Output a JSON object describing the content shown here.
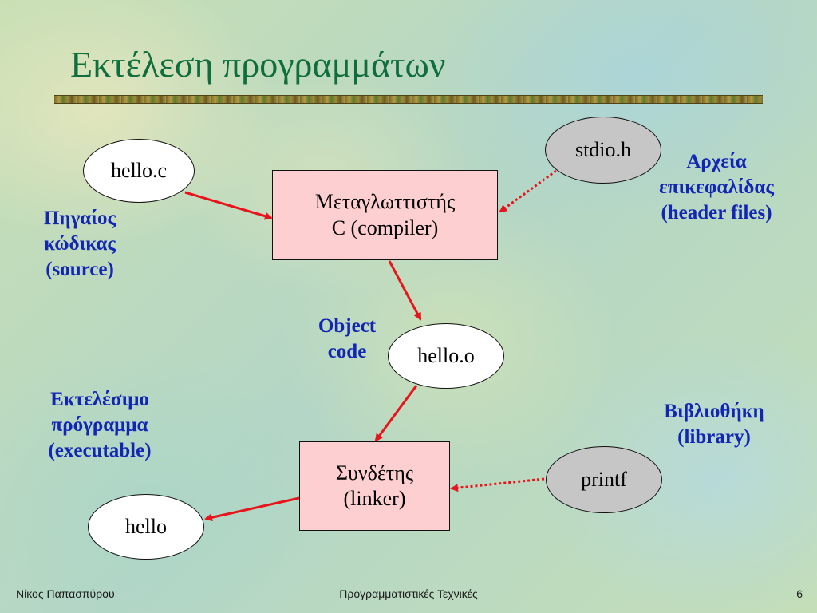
{
  "title": "Εκτέλεση προγραμμάτων",
  "nodes": {
    "source": "hello.c",
    "header": "stdio.h",
    "compiler": [
      "Μεταγλωττιστής",
      "C (compiler)"
    ],
    "object": "hello.o",
    "linker": [
      "Συνδέτης",
      "(linker)"
    ],
    "library": "printf",
    "executable": "hello"
  },
  "labels": {
    "source": [
      "Πηγαίος",
      "κώδικας",
      "(source)"
    ],
    "header": [
      "Αρχεία",
      "επικεφαλίδας",
      "(header files)"
    ],
    "object": [
      "Object",
      "code"
    ],
    "executable": [
      "Εκτελέσιμο",
      "πρόγραμμα",
      "(executable)"
    ],
    "library": [
      "Βιβλιοθήκη",
      "(library)"
    ]
  },
  "footer": {
    "author": "Νίκος Παπασπύρου",
    "course": "Προγραμματιστικές Τεχνικές",
    "page": "6"
  },
  "colors": {
    "title": "#0f6e3c",
    "label": "#1226b3",
    "arrow": "#e8141b",
    "box_fill": "#fdcfd0",
    "library_fill": "#c6c6c6"
  }
}
